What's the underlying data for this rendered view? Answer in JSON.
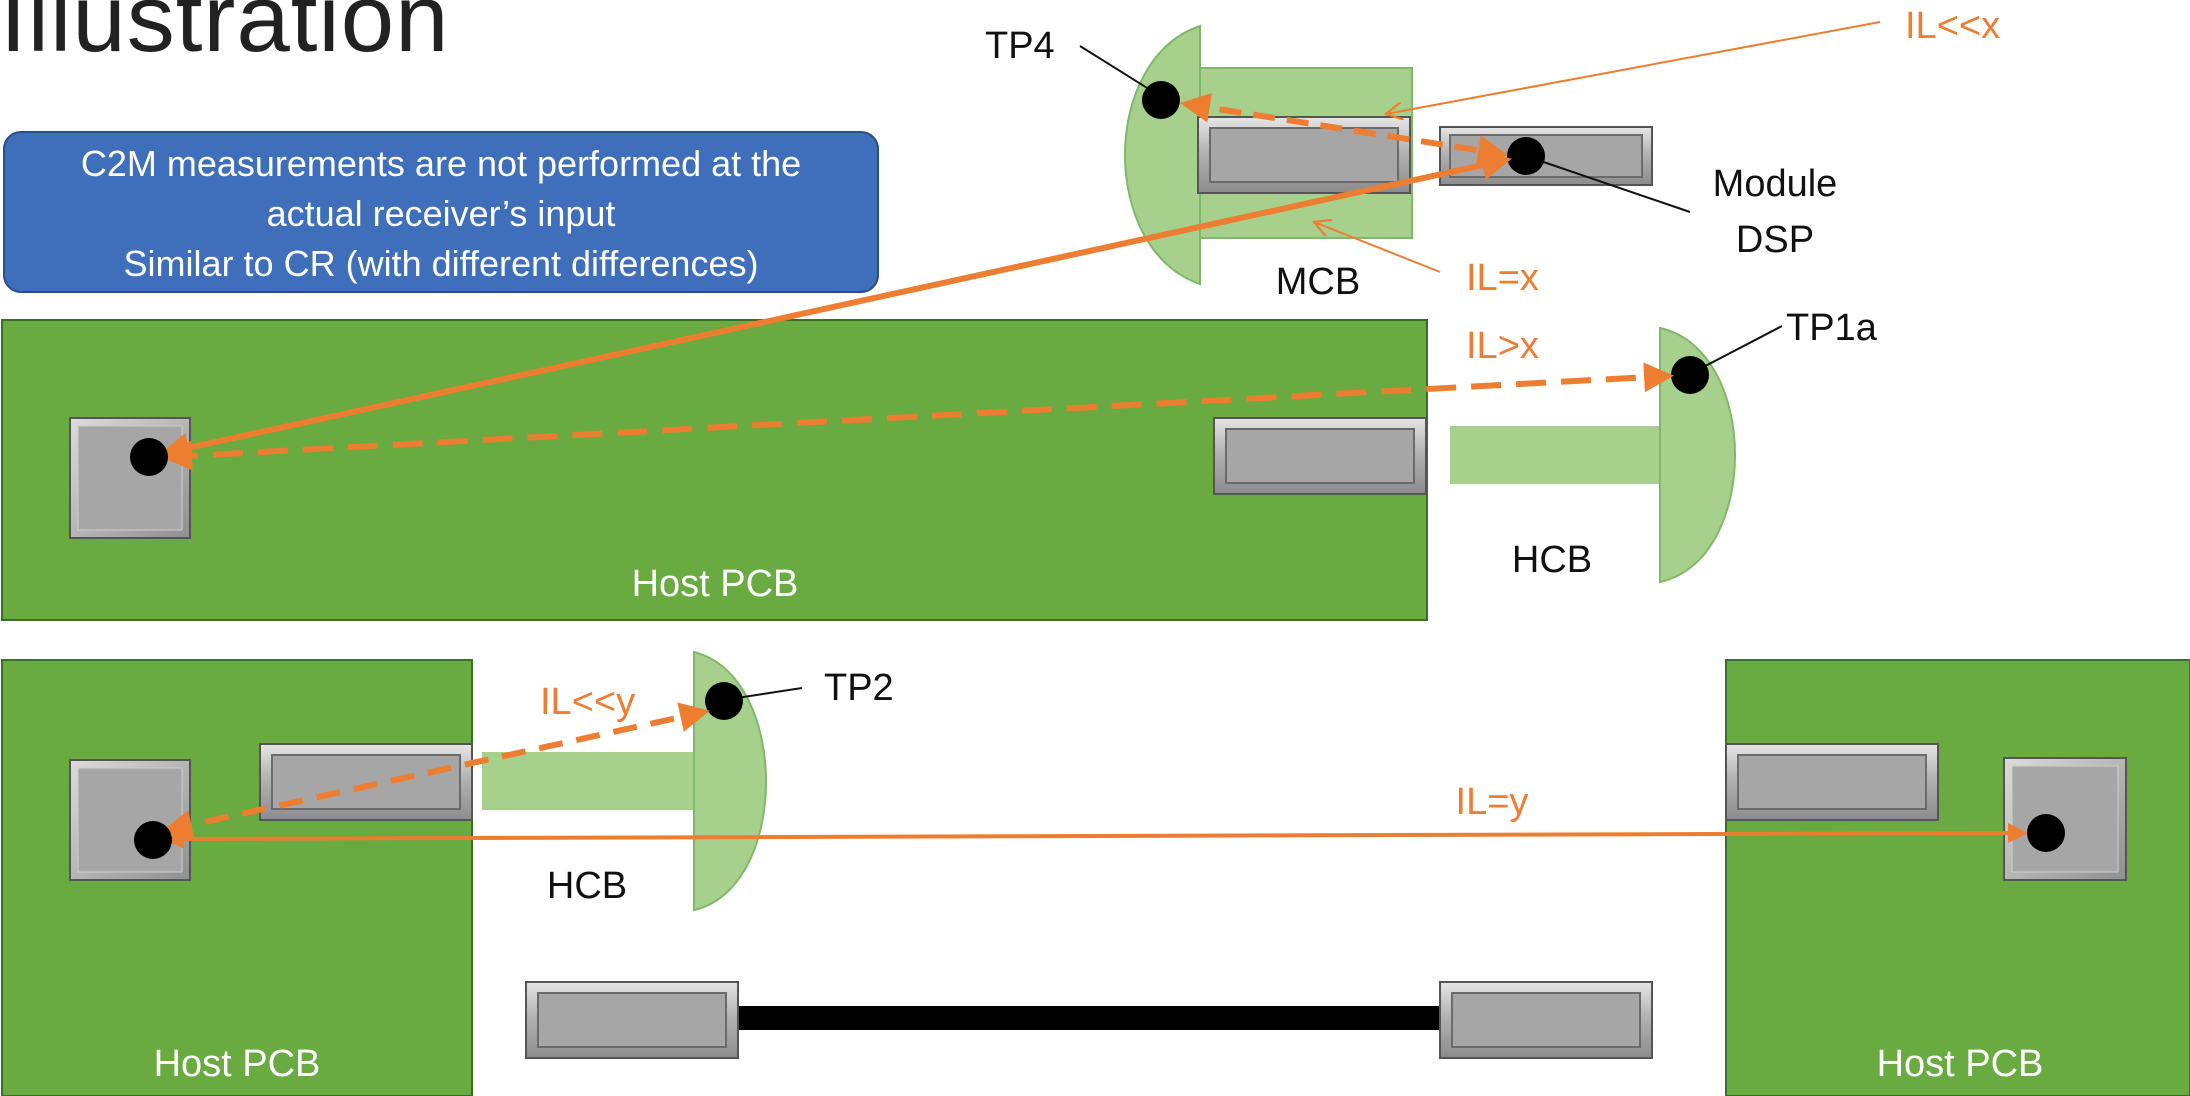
{
  "title": "Illustration",
  "callout": {
    "line1": "C2M measurements are not performed at the",
    "line2": "actual receiver’s input",
    "line3": "Similar to CR (with different differences)"
  },
  "labels": {
    "tp4": "TP4",
    "il_much_less_x": "IL<<x",
    "module_line1": "Module",
    "module_line2": "DSP",
    "mcb": "MCB",
    "il_eq_x": "IL=x",
    "il_gt_x": "IL>x",
    "tp1a": "TP1a",
    "hcb_top": "HCB",
    "host_pcb_top": "Host PCB",
    "il_much_less_y": "IL<<y",
    "tp2": "TP2",
    "hcb_bottom": "HCB",
    "il_eq_y": "IL=y",
    "host_pcb_bottom_left": "Host PCB",
    "host_pcb_bottom_right": "Host PCB"
  },
  "colors": {
    "pcb_green": "#69aa41",
    "pcb_border": "#3b6e26",
    "board_light_green": "#a8d08d",
    "board_border": "#7fb86a",
    "signal_orange": "#ed7d31",
    "connector_gray": "#a6a6a6",
    "callout_blue": "#3f6fba"
  }
}
